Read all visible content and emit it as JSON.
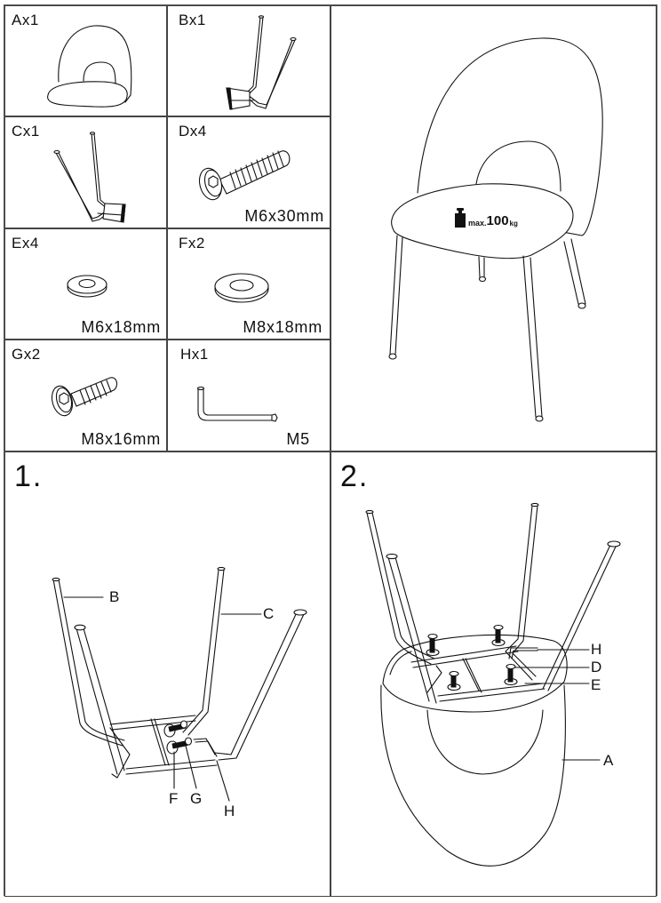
{
  "document": {
    "type": "assembly-instructions",
    "product": "chair"
  },
  "parts": [
    {
      "id": "A",
      "label": "Ax1",
      "quantity": 1,
      "name": "seat-shell",
      "icon": "chair-seat-icon",
      "spec": ""
    },
    {
      "id": "B",
      "label": "Bx1",
      "quantity": 1,
      "name": "leg-frame-b",
      "icon": "leg-frame-icon",
      "spec": ""
    },
    {
      "id": "C",
      "label": "Cx1",
      "quantity": 1,
      "name": "leg-frame-c",
      "icon": "leg-frame-icon",
      "spec": ""
    },
    {
      "id": "D",
      "label": "Dx4",
      "quantity": 4,
      "name": "bolt",
      "icon": "bolt-icon",
      "spec": "M6x30mm"
    },
    {
      "id": "E",
      "label": "Ex4",
      "quantity": 4,
      "name": "washer",
      "icon": "washer-icon",
      "spec": "M6x18mm"
    },
    {
      "id": "F",
      "label": "Fx2",
      "quantity": 2,
      "name": "washer",
      "icon": "washer-icon",
      "spec": "M8x18mm"
    },
    {
      "id": "G",
      "label": "Gx2",
      "quantity": 2,
      "name": "bolt",
      "icon": "bolt-icon",
      "spec": "M8x16mm"
    },
    {
      "id": "H",
      "label": "Hx1",
      "quantity": 1,
      "name": "allen-key",
      "icon": "allen-key-icon",
      "spec": "M5"
    }
  ],
  "overview": {
    "weight_icon": "weight-icon",
    "max_prefix": "max.",
    "max_value": "100",
    "max_unit": "kg"
  },
  "steps": [
    {
      "number": "1.",
      "callouts": [
        "B",
        "C",
        "F",
        "G",
        "H"
      ]
    },
    {
      "number": "2.",
      "callouts": [
        "H",
        "D",
        "E",
        "A"
      ]
    }
  ]
}
